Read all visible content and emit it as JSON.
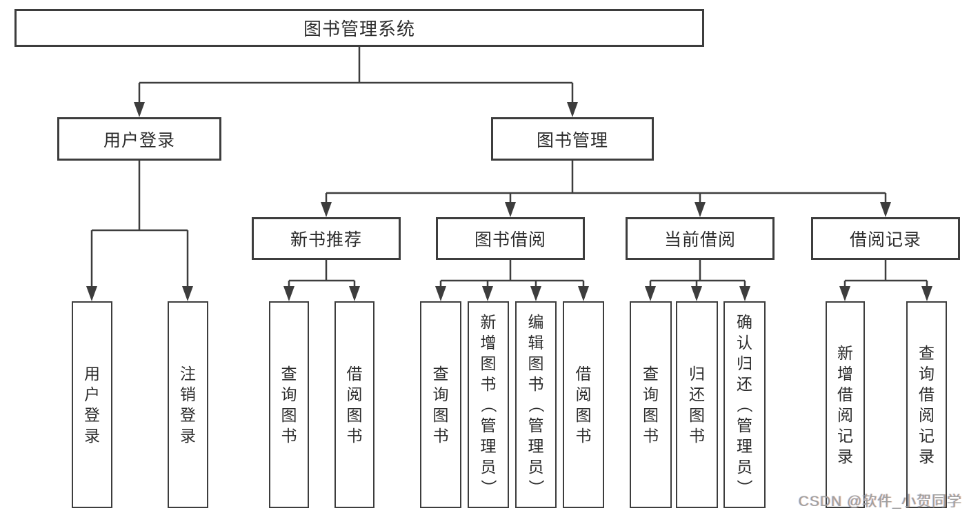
{
  "colors": {
    "line": "#3d3d3d",
    "text": "#2d2d2d",
    "box_bg": "#ffffff",
    "watermark": "#9f9f9f"
  },
  "watermark": {
    "text": "CSDN @软件_小贺同学"
  },
  "tree": {
    "label": "图书管理系统",
    "children": [
      {
        "label": "用户登录",
        "children": [
          {
            "label": "用户登录"
          },
          {
            "label": "注销登录"
          }
        ]
      },
      {
        "label": "图书管理",
        "children": [
          {
            "label": "新书推荐",
            "children": [
              {
                "label": "查询图书"
              },
              {
                "label": "借阅图书"
              }
            ]
          },
          {
            "label": "图书借阅",
            "children": [
              {
                "label": "查询图书"
              },
              {
                "label": "新增图书（管理员）"
              },
              {
                "label": "编辑图书（管理员）"
              },
              {
                "label": "借阅图书"
              }
            ]
          },
          {
            "label": "当前借阅",
            "children": [
              {
                "label": "查询图书"
              },
              {
                "label": "归还图书"
              },
              {
                "label": "确认归还（管理员）"
              }
            ]
          },
          {
            "label": "借阅记录",
            "children": [
              {
                "label": "新增借阅记录"
              },
              {
                "label": "查询借阅记录"
              }
            ]
          }
        ]
      }
    ]
  }
}
